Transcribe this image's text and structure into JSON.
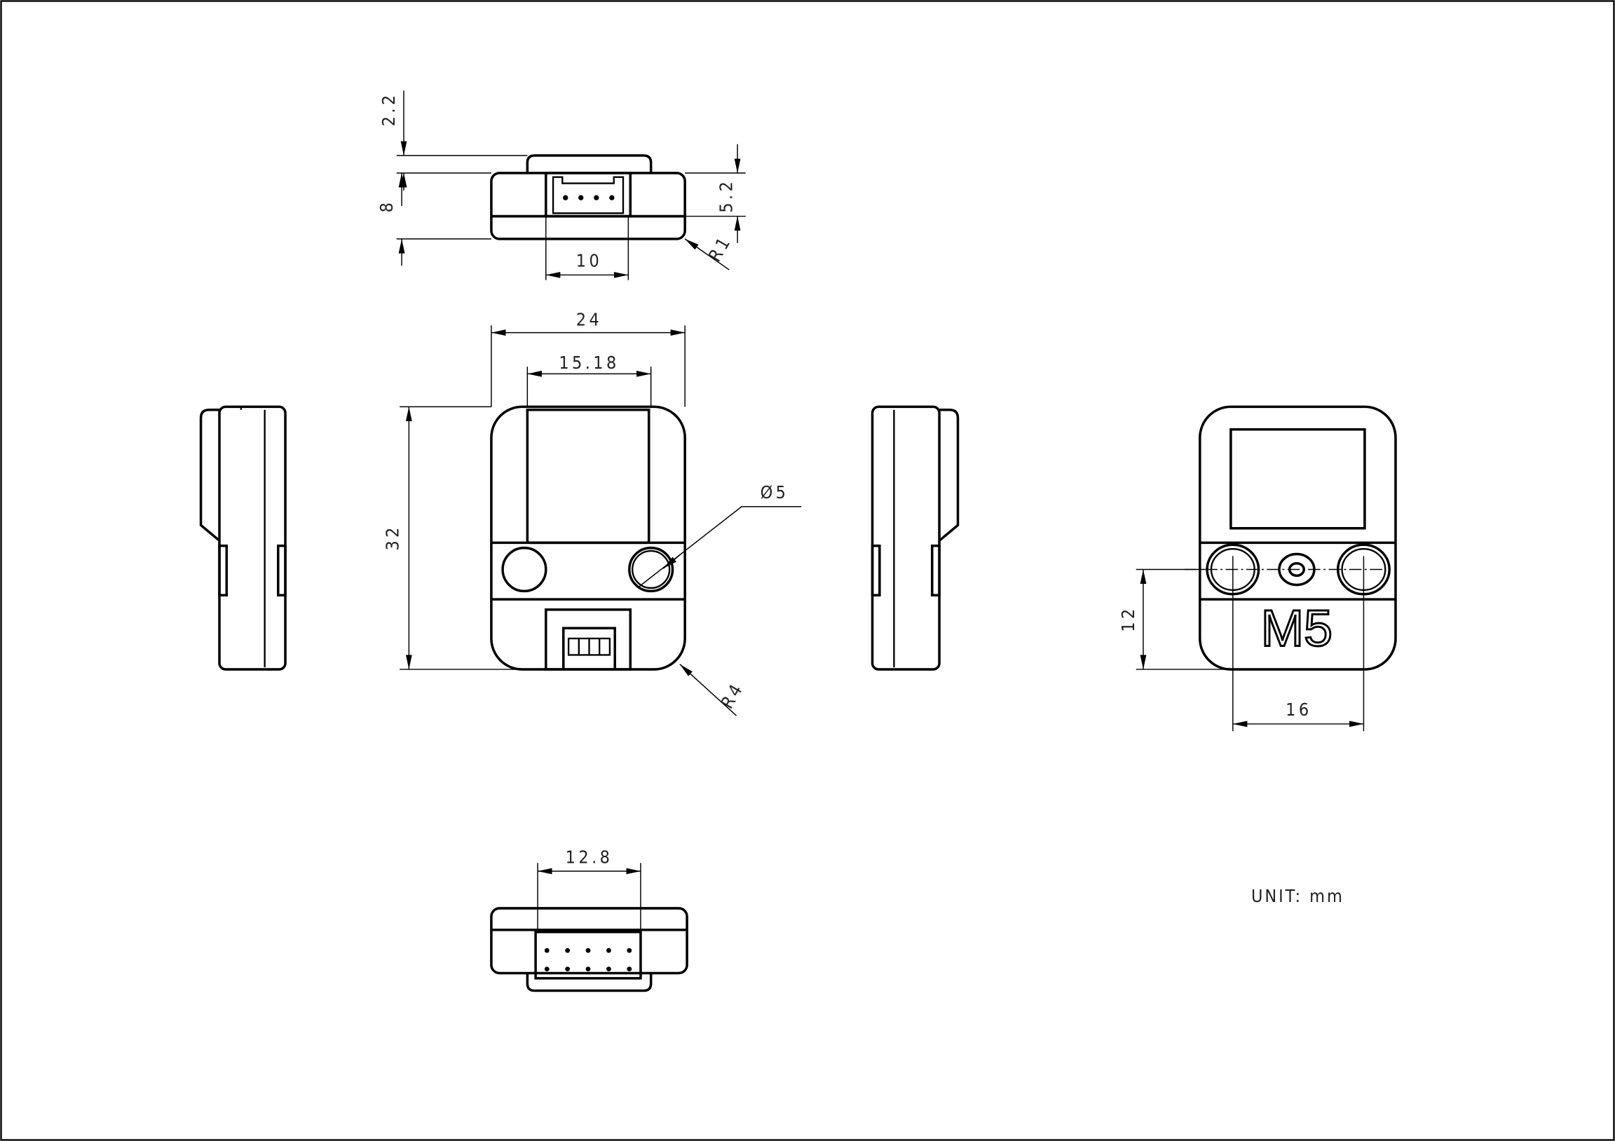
{
  "drawing": {
    "unit_label": "UNIT:  mm",
    "logo_text": "M5",
    "colors": {
      "line": "#000000",
      "background": "#ffffff"
    },
    "top_view": {
      "dim_cap_height": "2.2",
      "dim_height": "8",
      "dim_connector_height": "5.2",
      "dim_radius": "R1",
      "dim_connector_width": "10"
    },
    "front_view": {
      "dim_width": "24",
      "dim_screen_width": "15.18",
      "dim_height": "32",
      "dim_hole_diameter": "Ø5",
      "dim_corner_radius": "R4"
    },
    "back_view": {
      "dim_hole_offset": "12",
      "dim_hole_spacing": "16"
    },
    "bottom_view": {
      "dim_header_width": "12.8"
    }
  }
}
